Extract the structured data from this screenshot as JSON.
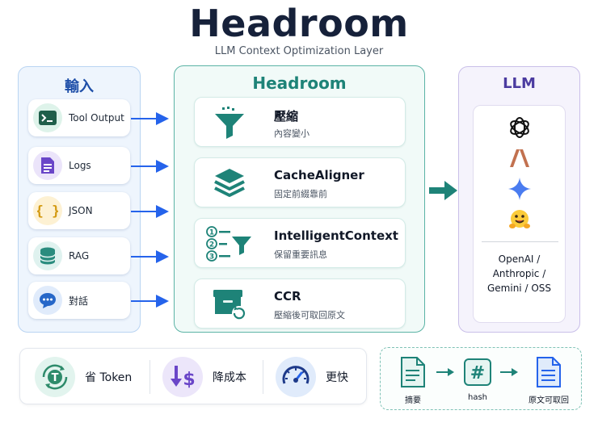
{
  "header": {
    "title": "Headroom",
    "subtitle": "LLM Context Optimization Layer"
  },
  "input_panel": {
    "title": "輸入",
    "items": [
      {
        "label": "Tool Output",
        "icon": "terminal-icon",
        "color": "#2e8b6b"
      },
      {
        "label": "Logs",
        "icon": "document-icon",
        "color": "#6a46c8"
      },
      {
        "label": "JSON",
        "icon": "braces-icon",
        "color": "#d39a12"
      },
      {
        "label": "RAG",
        "icon": "database-icon",
        "color": "#2a8c7e"
      },
      {
        "label": "對話",
        "icon": "chat-bubble-icon",
        "color": "#2767c8"
      }
    ]
  },
  "core_panel": {
    "title": "Headroom",
    "components": [
      {
        "name": "壓縮",
        "desc": "內容變小",
        "icon": "funnel-icon"
      },
      {
        "name": "CacheAligner",
        "desc": "固定前綴靠前",
        "icon": "stack-layers-icon"
      },
      {
        "name": "IntelligentContext",
        "desc": "保留重要訊息",
        "icon": "ranked-filter-icon"
      },
      {
        "name": "CCR",
        "desc": "壓縮後可取回原文",
        "icon": "box-restore-icon"
      }
    ]
  },
  "llm_panel": {
    "title": "LLM",
    "logos": [
      "openai-logo-icon",
      "anthropic-logo-icon",
      "gemini-logo-icon",
      "huggingface-logo-icon"
    ],
    "providers_lines": [
      "OpenAI /",
      "Anthropic /",
      "Gemini / OSS"
    ]
  },
  "benefits": [
    {
      "label": "省 Token",
      "icon": "token-icon"
    },
    {
      "label": "降成本",
      "icon": "cost-down-icon"
    },
    {
      "label": "更快",
      "icon": "speedometer-icon"
    }
  ],
  "ccr_flow": [
    {
      "label": "摘要",
      "icon": "summary-document-icon"
    },
    {
      "label": "hash",
      "icon": "hash-icon"
    },
    {
      "label": "原文可取回",
      "icon": "original-document-icon"
    }
  ],
  "colors": {
    "title": "#16213a",
    "input_accent": "#1d4ea8",
    "core_accent": "#1e8378",
    "llm_accent": "#4b3ba0",
    "arrow_blue": "#2563eb",
    "arrow_teal": "#1e8378"
  }
}
